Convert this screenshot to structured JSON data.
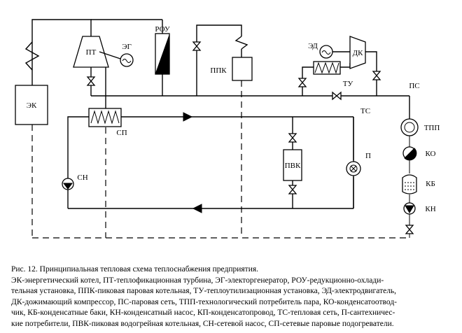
{
  "labels": {
    "ek": "ЭК",
    "pt": "ПТ",
    "eg": "ЭГ",
    "rou": "РОУ",
    "ppk": "ППК",
    "ed": "ЭД",
    "dk": "ДК",
    "tu": "ТУ",
    "ps": "ПС",
    "ts": "ТС",
    "sp": "СП",
    "tpp": "ТПП",
    "ko": "КО",
    "p": "П",
    "pvk": "ПВК",
    "kb": "КБ",
    "kn": "КН",
    "sn": "СН"
  },
  "caption": {
    "title": "Рис. 12. Принципиальная тепловая схема теплоснабжения предприятия.",
    "lines": [
      "ЭК-энергетический котел, ПТ-теплофикационная турбина, ЭГ-электоргенератор, РОУ-редукционно-охлади-",
      "тельная установка, ППК-пиковая паровая котельная, ТУ-теплоутилизационная установка, ЭД-электродвигатель,",
      "ДК-дожимающий компрессор, ПС-паровая сеть, ТПП-технологический потребитель пара, КО-конденсатоотвод-",
      "чик, КБ-конденсатные баки, КН-конденсатный насос, КП-конденсатопровод, ТС-тепловая сеть, П-сантехничес-",
      "кие потребители, ПВК-пиковая водогрейная котельная, СН-сетевой насос, СП-сетевые паровые подогреватели."
    ]
  }
}
